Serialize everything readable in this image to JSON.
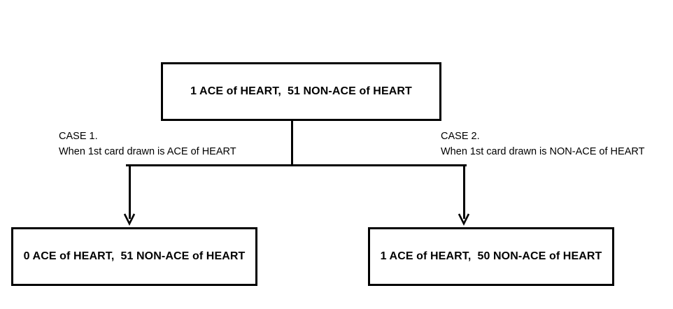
{
  "diagram": {
    "title": "Card drawing case tree",
    "background_color": "#ffffff",
    "line_color": "#000000",
    "root": {
      "text": "1 ACE of HEART,  51 NON-ACE of HEART"
    },
    "branches": [
      {
        "case_title": "CASE 1.",
        "case_description": "When 1st card drawn is ACE of HEART",
        "result_text": "0 ACE of HEART,  51 NON-ACE of HEART",
        "arrow": "down-arrow-icon"
      },
      {
        "case_title": "CASE 2.",
        "case_description": "When 1st card drawn is NON-ACE of HEART",
        "result_text": "1 ACE of HEART,  50 NON-ACE of HEART",
        "arrow": "down-arrow-icon"
      }
    ]
  }
}
